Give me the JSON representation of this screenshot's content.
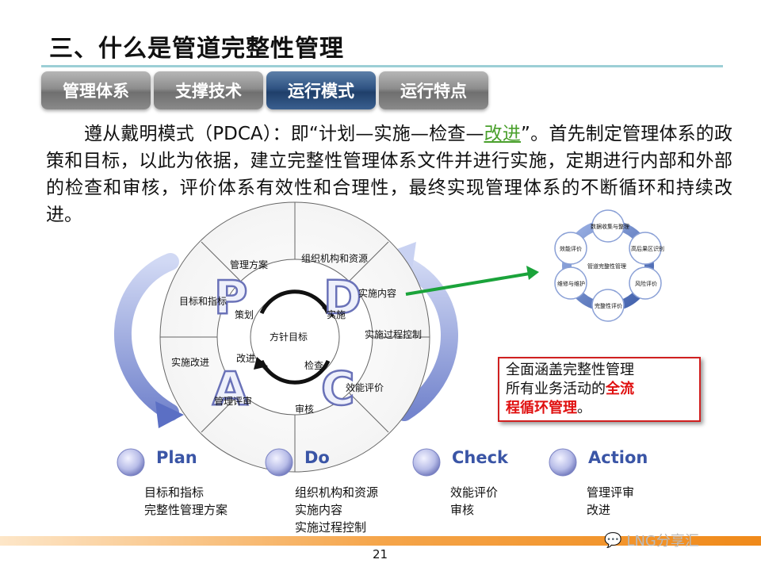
{
  "title": "三、什么是管道完整性管理",
  "tabs": [
    {
      "label": "管理体系"
    },
    {
      "label": "支撑技术"
    },
    {
      "label": "运行模式"
    },
    {
      "label": "运行特点"
    }
  ],
  "paragraph": {
    "before": "遵从戴明模式（PDCA）：即“计划—实施—检查—",
    "highlight": "改进",
    "after": "”。首先制定管理体系的政策和目标，以此为依据，建立完整性管理体系文件并进行实施，定期进行内部和外部的检查和审核，评价体系有效性和合理性，最终实现管理体系的不断循环和持续改进。"
  },
  "wheel": {
    "center": "方针目标",
    "inner": [
      "策划",
      "实施",
      "检查",
      "改进"
    ],
    "letters": [
      "P",
      "D",
      "C",
      "A"
    ],
    "outer": [
      "管理方案",
      "组织机构和资源",
      "实施内容",
      "实施过程控制",
      "效能评价",
      "审核",
      "管理评审",
      "实施改进",
      "目标和指标"
    ]
  },
  "mini_cycle": {
    "center": "管道完整性管理",
    "nodes": [
      "数据收集与整理",
      "高后果区识别",
      "风险评价",
      "完整性评价",
      "维修与维护",
      "效能评价"
    ]
  },
  "callout": {
    "line1": "全面涵盖完整性管理",
    "line2_prefix": "所有业务活动的",
    "line2_red": "全流",
    "line3_red": "程循环管理",
    "line3_suffix": "。"
  },
  "legend": [
    {
      "label": "Plan",
      "items": [
        "目标和指标",
        "完整性管理方案"
      ]
    },
    {
      "label": "Do",
      "items": [
        "组织机构和资源",
        "实施内容",
        "实施过程控制"
      ]
    },
    {
      "label": "Check",
      "items": [
        "效能评价",
        "审核"
      ]
    },
    {
      "label": "Action",
      "items": [
        "管理评审",
        "改进"
      ]
    }
  ],
  "page_number": "21",
  "watermark": "LNG分享汇",
  "colors": {
    "arrow_blue": "#5b6fc4",
    "arrow_green": "#1aa33a",
    "accent_red": "#e01010",
    "tab_active": "#2f5383"
  }
}
